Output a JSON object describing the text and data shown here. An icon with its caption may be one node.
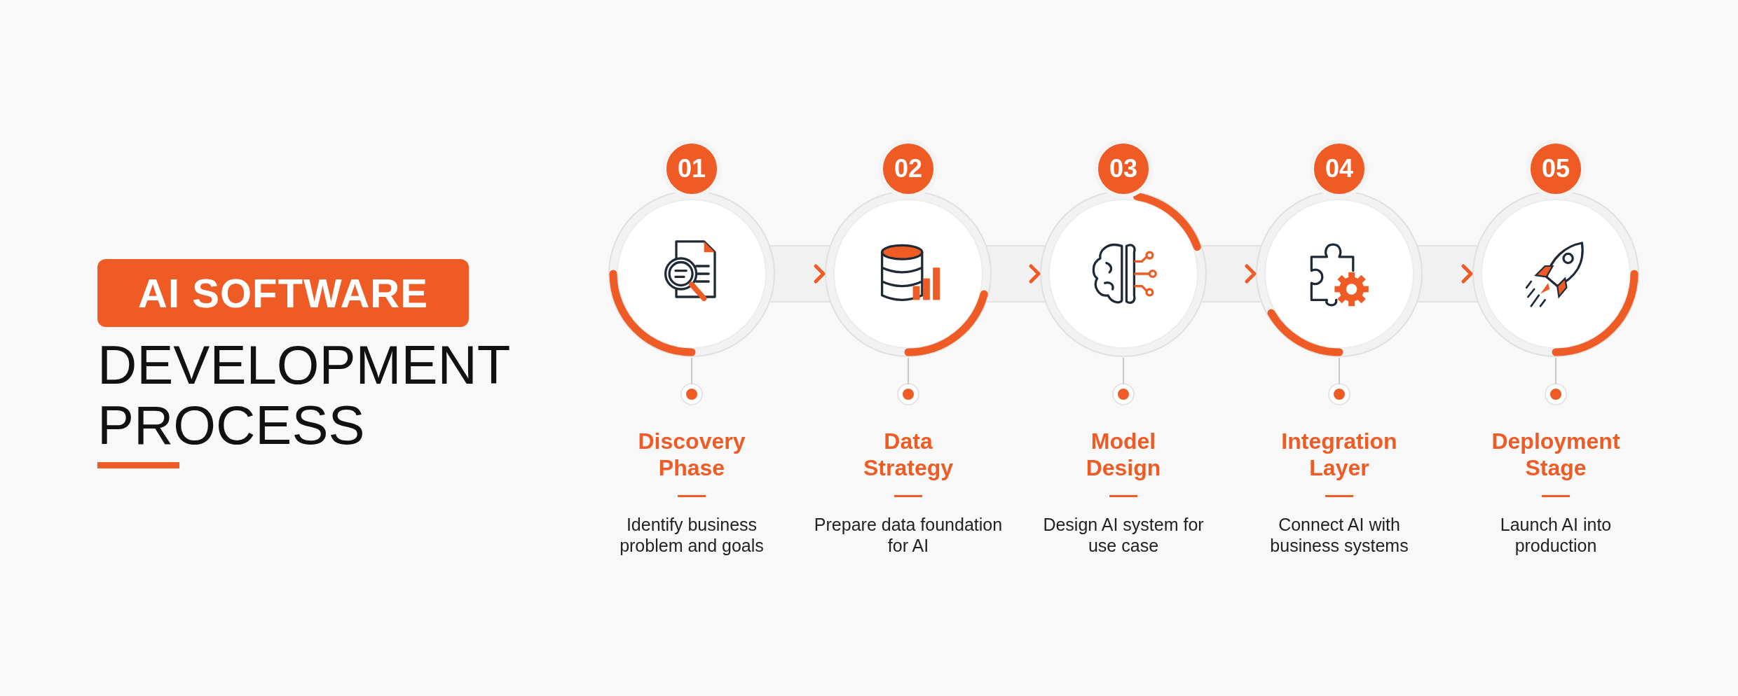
{
  "diagram": {
    "title": "AI SOFTWARE",
    "nodes": [
      {
        "text": [
          "01"
        ]
      },
      {
        "text": [
          "02"
        ]
      },
      {
        "text": [
          "03"
        ]
      },
      {
        "text": [
          "04"
        ]
      },
      {
        "text": [
          "05"
        ]
      },
      {
        "text": [
          "Discovery Phase",
          "Identify business problem and goals"
        ]
      },
      {
        "text": [
          "Data Strategy",
          "Prepare data foundation for AI"
        ]
      },
      {
        "text": [
          "Model Design",
          "Design AI system for use case"
        ]
      },
      {
        "text": [
          "Integration Layer",
          "Connect AI with business systems"
        ]
      },
      {
        "text": [
          "Deployment Stage",
          "Launch AI into production"
        ]
      }
    ],
    "edges": [
      {
        "from": 0,
        "to": 1,
        "arrow": "to"
      },
      {
        "from": 1,
        "to": 2,
        "arrow": "to"
      },
      {
        "from": 2,
        "to": 3,
        "arrow": "to"
      },
      {
        "from": 3,
        "to": 4,
        "arrow": "to"
      },
      {
        "from": 0,
        "to": 5,
        "arrow": "none"
      },
      {
        "from": 1,
        "to": 6,
        "arrow": "none"
      },
      {
        "from": 2,
        "to": 7,
        "arrow": "none"
      },
      {
        "from": 3,
        "to": 8,
        "arrow": "none"
      },
      {
        "from": 4,
        "to": 9,
        "arrow": "none"
      }
    ],
    "labels": [
      "DEVELOPMENT PROCESS"
    ]
  }
}
